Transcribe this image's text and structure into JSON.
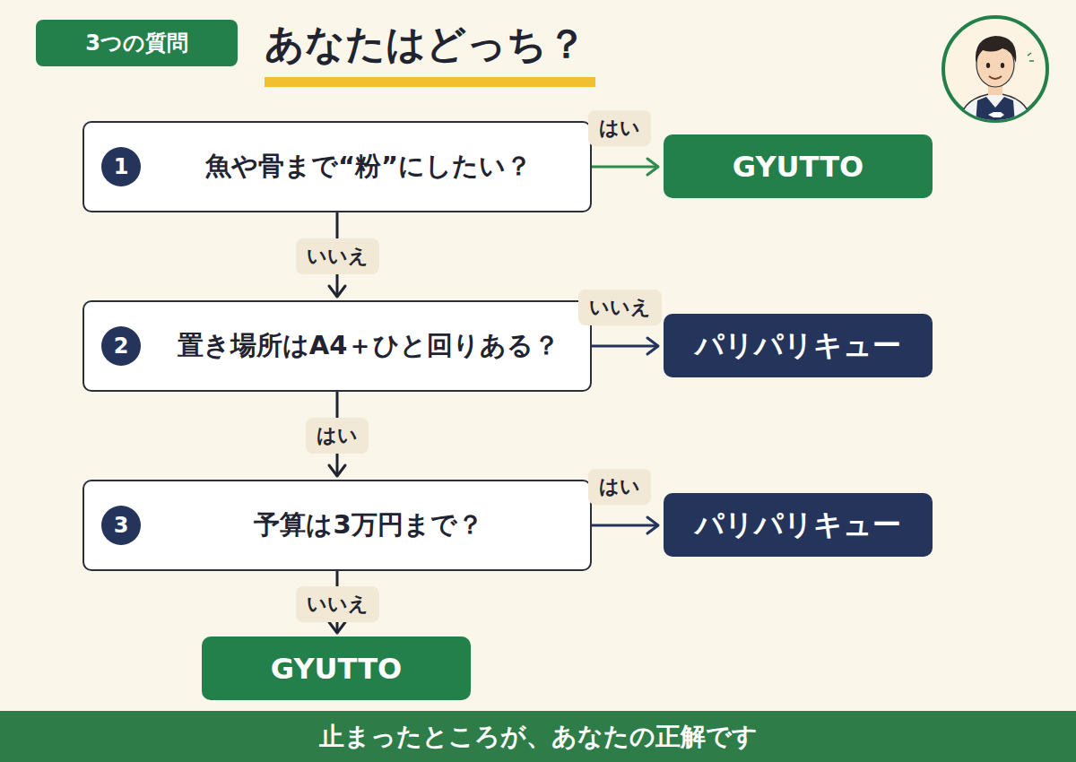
{
  "diagram": {
    "title": "あなたはどっち？",
    "nodes": [
      {
        "text": [
          "3つの質問"
        ]
      },
      {
        "text": [
          "魚や骨まで“粉”にしたい？"
        ]
      },
      {
        "text": [
          "1"
        ],
        "in": 1
      },
      {
        "text": [
          "GYUTTO"
        ]
      },
      {
        "text": [
          "置き場所はA4＋ひと回りある？"
        ]
      },
      {
        "text": [
          "2"
        ],
        "in": 4
      },
      {
        "text": [
          "パリパリキュー"
        ]
      },
      {
        "text": [
          "予算は3万円まで？"
        ]
      },
      {
        "text": [
          "3"
        ],
        "in": 7
      },
      {
        "text": [
          "パリパリキュー"
        ]
      },
      {
        "text": [
          "GYUTTO"
        ]
      },
      {
        "text": [
          "止まったところが、あなたの正解です"
        ]
      }
    ],
    "edges": [
      {
        "from": 1,
        "to": 3,
        "label": "はい",
        "arrow": "to"
      },
      {
        "from": 1,
        "to": 4,
        "label": "いいえ",
        "arrow": "to"
      },
      {
        "from": 4,
        "to": 6,
        "label": "いいえ",
        "arrow": "to"
      },
      {
        "from": 4,
        "to": 7,
        "label": "はい",
        "arrow": "to"
      },
      {
        "from": 7,
        "to": 9,
        "label": "はい",
        "arrow": "to"
      },
      {
        "from": 7,
        "to": 10,
        "label": "いいえ",
        "arrow": "to"
      }
    ]
  }
}
